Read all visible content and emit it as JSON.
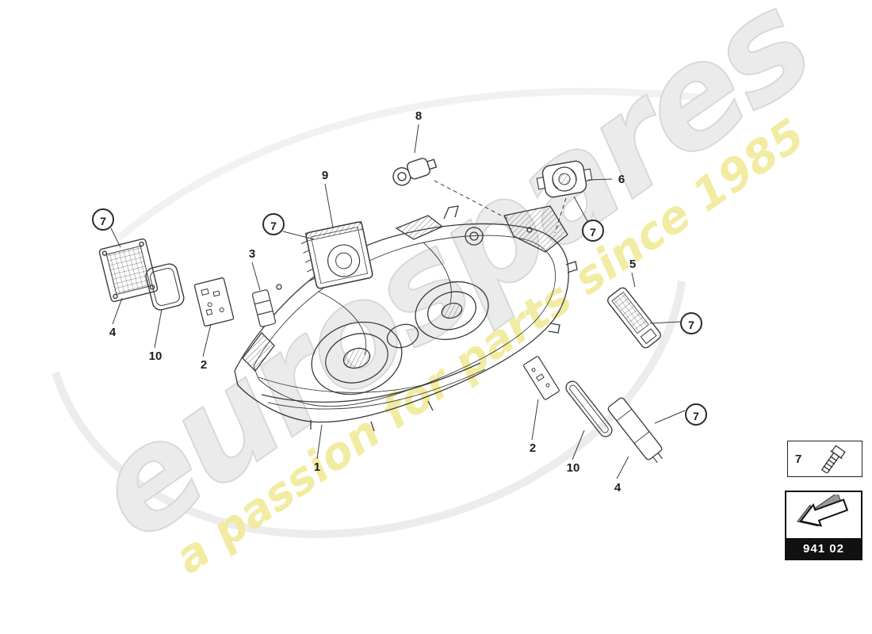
{
  "watermark": {
    "brand": "eurospares",
    "tagline": "a passion for parts since 1985"
  },
  "callouts": {
    "circled": [
      "7",
      "7",
      "7",
      "7",
      "7"
    ],
    "plain": [
      "8",
      "9",
      "6",
      "3",
      "5",
      "4",
      "10",
      "2",
      "1",
      "2",
      "10",
      "4"
    ]
  },
  "legend": {
    "fastener_label": "7",
    "part_code": "941 02"
  }
}
